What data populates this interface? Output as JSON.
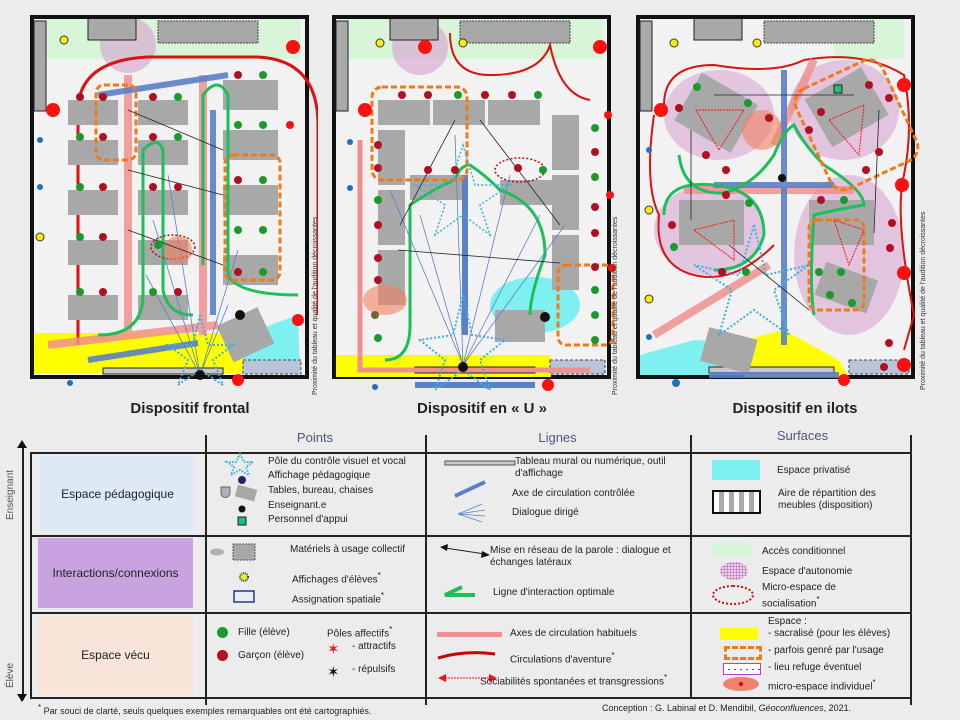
{
  "plans": [
    {
      "title": "Dispositif frontal"
    },
    {
      "title": "Dispositif en « U »"
    },
    {
      "title": "Dispositif en ilots"
    }
  ],
  "side_note": "Proximité du tableau et qualité de l'audition décroissantes",
  "legend": {
    "headers": {
      "points": "Points",
      "lignes": "Lignes",
      "surfaces": "Surfaces"
    },
    "axis": {
      "top": "Enseignant",
      "bottom": "Élève"
    },
    "rows": [
      {
        "category": "Espace pédagogique",
        "color": "#dde9f5",
        "points": [
          "Pôle du contrôle visuel et vocal",
          "Affichage pédagogique",
          "Tables, bureau, chaises",
          "Enseignant.e",
          "Personnel d'appui"
        ],
        "lignes": [
          "Tableau mural ou numérique, outil d'affichage",
          "Axe de circulation contrôlée",
          "Dialogue dirigé"
        ],
        "surfaces": [
          "Espace privatisé",
          "Aire de répartition des meubles (disposition)"
        ]
      },
      {
        "category": "Interactions/connexions",
        "color": "#c9a3e0",
        "points": [
          "Matériels à usage collectif",
          "Affichages d'élèves",
          "Assignation spatiale"
        ],
        "lignes": [
          "Mise en réseau de la parole : dialogue et échanges latéraux",
          "Ligne d'interaction optimale"
        ],
        "surfaces": [
          "Accès conditionnel",
          "Espace d'autonomie",
          "Micro-espace de socialisation"
        ]
      },
      {
        "category": "Espace vécu",
        "color": "#f8e4d8",
        "points": [
          "Fille (élève)",
          "Garçon (élève)",
          "Pôles affectifs",
          "- attractifs",
          "- répulsifs"
        ],
        "lignes": [
          "Axes de circulation habituels",
          "Circulations d'aventure",
          "Sociabilités spontanées et transgressions"
        ],
        "surfaces": [
          "Espace :",
          "- sacralisé (pour les élèves)",
          "- parfois genré par l'usage",
          "- lieu refuge éventuel",
          "micro-espace individuel"
        ]
      }
    ],
    "asterisk": "*"
  },
  "footnote": "Par souci de clarté, seuls quelques exemples remarquables ont été cartographiés.",
  "credit": {
    "prefix": "Conception : G. Labinal et D. Mendibil, ",
    "source": "Géoconfluences",
    "suffix": ", 2021."
  },
  "colors": {
    "girl": "#1a9a2a",
    "boy": "#b01020",
    "table": "#a8a8a8",
    "yellow": "#ffff00",
    "cyan": "#7ff0f0",
    "green_line": "#1dbf5c",
    "red_line": "#dd1111",
    "pink_axis": "#f09090",
    "blue_axis": "#5a80c8",
    "orange_dash": "#f07a1a"
  }
}
